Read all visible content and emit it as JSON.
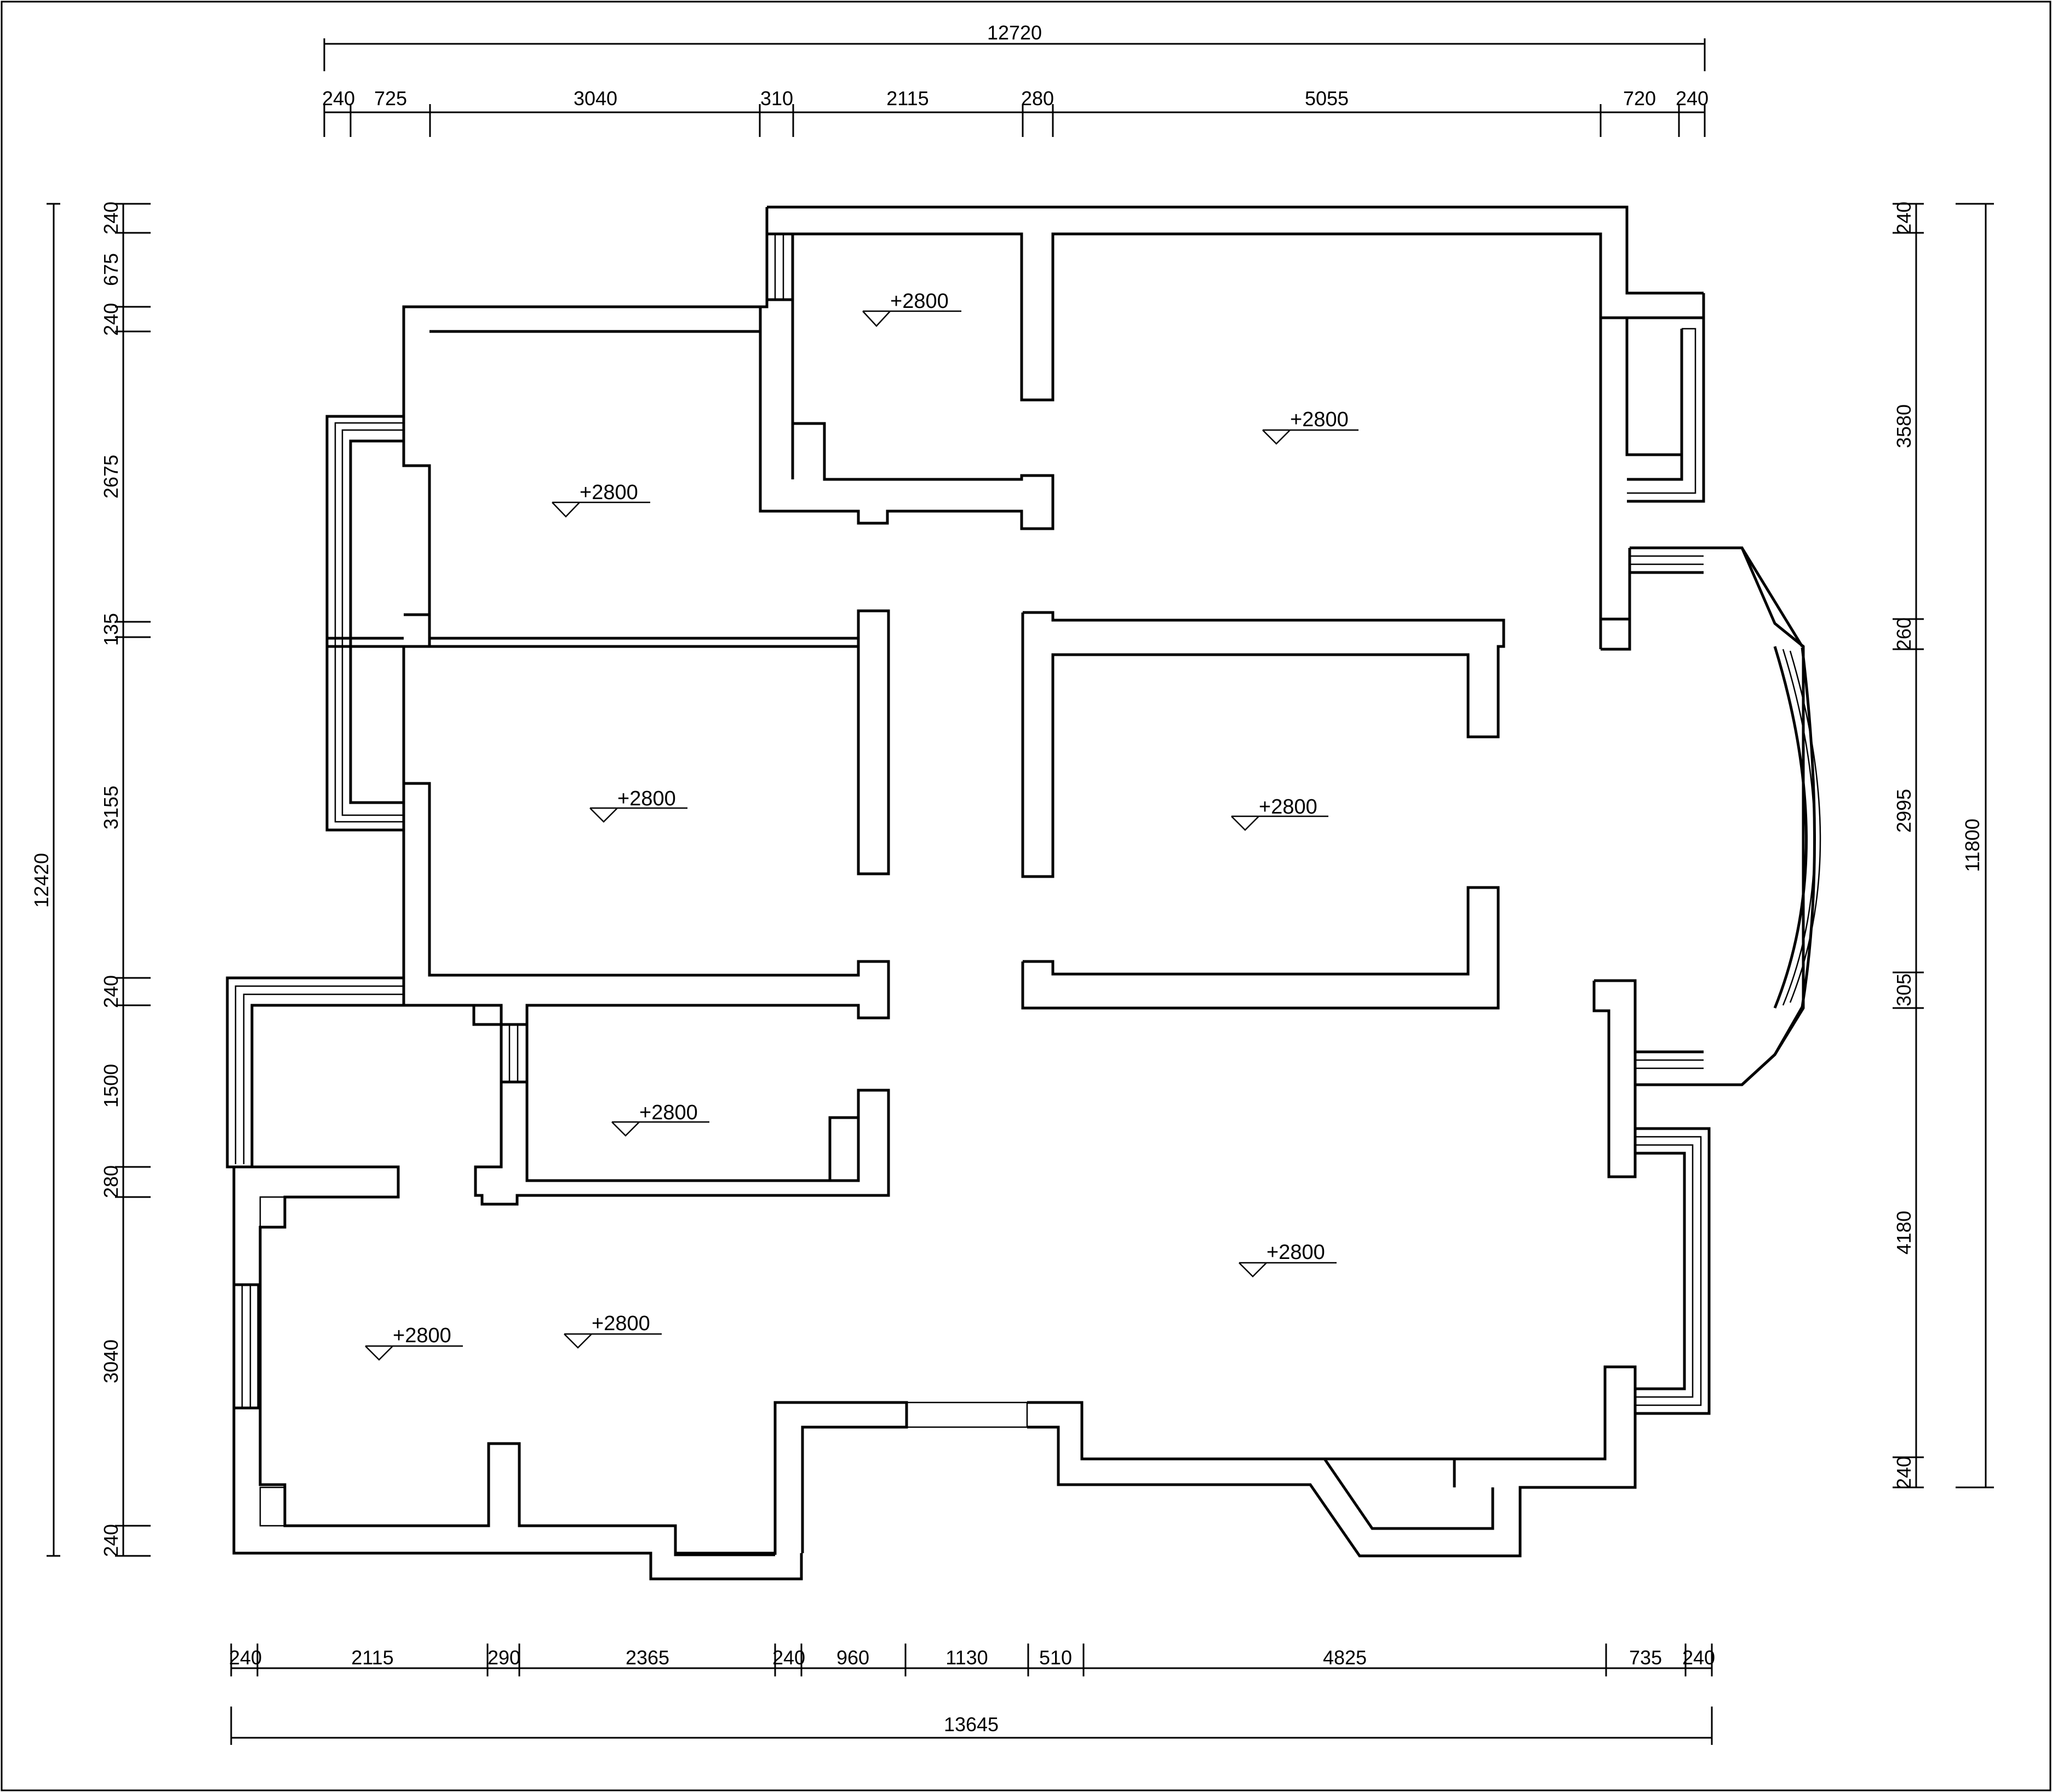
{
  "top_dims": {
    "total": "12720",
    "segments": [
      "240",
      "725",
      "3040",
      "310",
      "2115",
      "280",
      "5055",
      "720",
      "240"
    ]
  },
  "bottom_dims": {
    "total": "13645",
    "segments": [
      "240",
      "2115",
      "290",
      "2365",
      "240",
      "960",
      "1130",
      "510",
      "4825",
      "735",
      "240"
    ]
  },
  "left_dims": {
    "total": "12420",
    "segments": [
      "240",
      "675",
      "240",
      "2675",
      "135",
      "3155",
      "240",
      "1500",
      "280",
      "3040",
      "240"
    ]
  },
  "right_dims": {
    "total": "11800",
    "segments": [
      "240",
      "3580",
      "260",
      "2995",
      "305",
      "4180",
      "240"
    ]
  },
  "elevation_marks": [
    "+2800",
    "+2800",
    "+2800",
    "+2800",
    "+2800",
    "+2800",
    "+2800",
    "+2800",
    "+2800"
  ]
}
